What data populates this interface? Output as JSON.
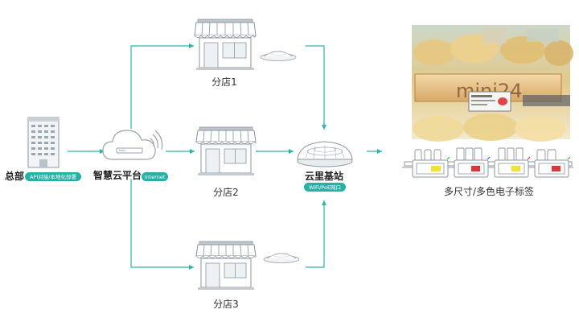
{
  "hq": {
    "label": "总部",
    "tag": "API对接/本地化部署",
    "icon": "office-building-icon"
  },
  "cloud": {
    "label": "智慧云平台",
    "tag": "Internet",
    "icon": "cloud-wifi-icon"
  },
  "stores": [
    {
      "label": "分店1",
      "icon": "storefront-icon"
    },
    {
      "label": "分店2",
      "icon": "storefront-icon"
    },
    {
      "label": "分店3",
      "icon": "storefront-icon"
    }
  ],
  "base_station": {
    "label": "云里基站",
    "tag": "WiFi/PoE网口",
    "icon": "base-station-icon"
  },
  "labels_section": {
    "label": "多尺寸/多色电子标签",
    "photo_sign": "mini24",
    "icon": "electronic-shelf-label-icon"
  },
  "colors": {
    "teal": "#26b0a6",
    "connector": "#2fb5a8",
    "label_yellow": "#f0e23a",
    "label_red": "#d83a3a"
  }
}
